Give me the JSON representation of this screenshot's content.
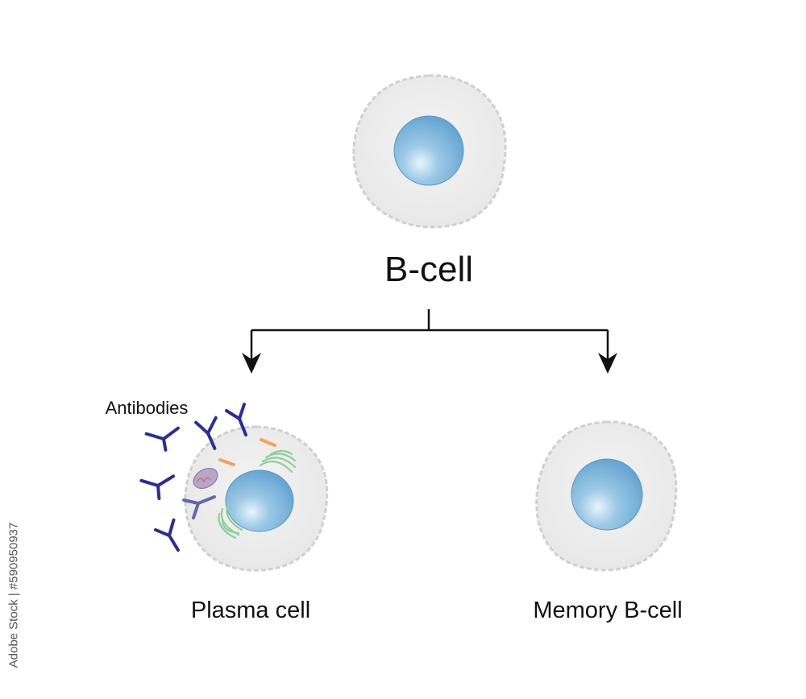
{
  "diagram": {
    "root": {
      "label": "B-cell"
    },
    "children": [
      {
        "label": "Plasma cell"
      },
      {
        "label": "Memory B-cell"
      }
    ],
    "annotation": "Antibodies",
    "colors": {
      "cell_body": "#efefef",
      "cell_edge": "#c9c9c9",
      "nucleus": "#7fb9dd",
      "nucleus_light": "#d4ecf9",
      "antibody": "#2b2f8f",
      "golgi": "#9fd3a6",
      "vesicle": "#f2a35b",
      "mitochondrion": "#b9a6c9",
      "arrow": "#111111"
    }
  },
  "watermark": "Adobe Stock | #590950937"
}
